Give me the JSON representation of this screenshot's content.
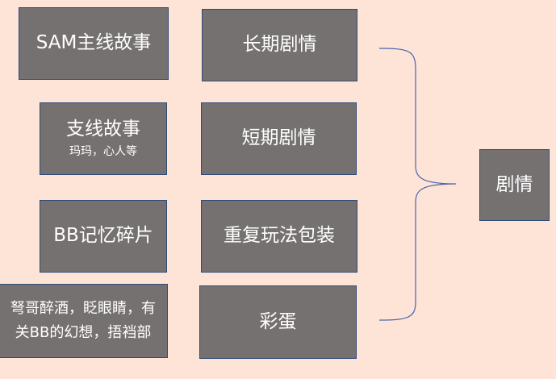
{
  "left_column": {
    "sam_main_story": "SAM主线故事",
    "side_story": {
      "title": "支线故事",
      "subtitle": "玛玛，心人等"
    },
    "bb_memory": "BB记忆碎片",
    "misc": {
      "line1": "弩哥醉酒，眨眼睛，有",
      "line2": "关BB的幻想，捂裆部"
    }
  },
  "middle_column": {
    "long_term_plot": "长期剧情",
    "short_term_plot": "短期剧情",
    "repeat_gameplay_packaging": "重复玩法包装",
    "easter_egg": "彩蛋"
  },
  "right": {
    "plot": "剧情"
  },
  "colors": {
    "background": "#fde4d6",
    "box_fill": "#767171",
    "box_border": "#2f4a7a",
    "brace": "#4a63b0",
    "text": "#ffffff"
  }
}
